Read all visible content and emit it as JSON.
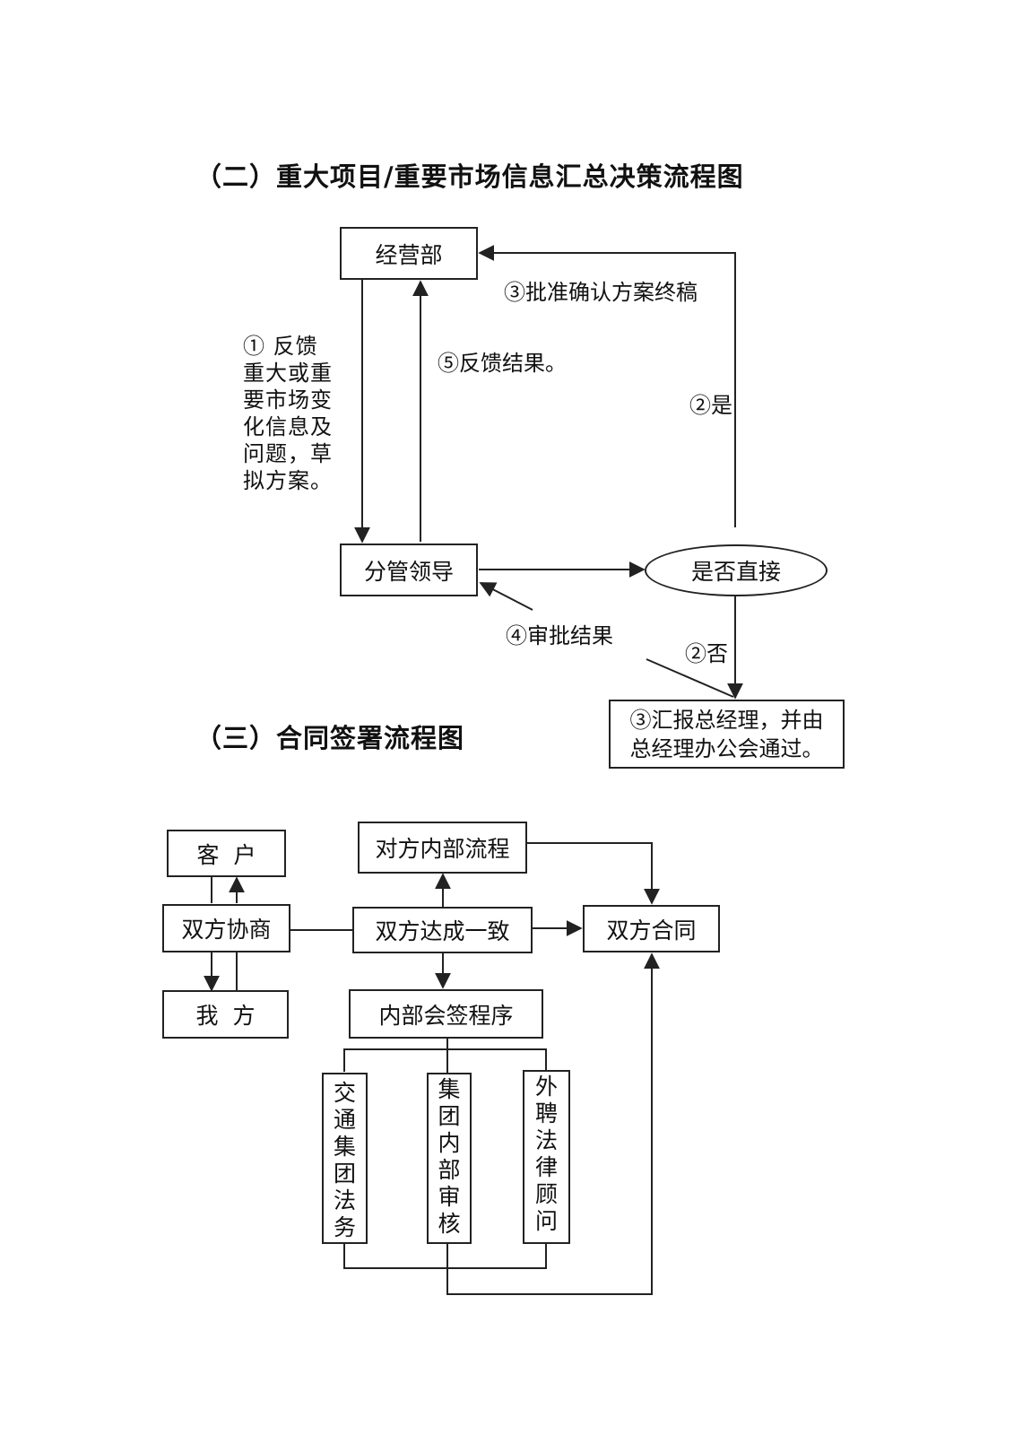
{
  "section2": {
    "title": "（二）重大项目/重要市场信息汇总决策流程图",
    "nodes": {
      "business_dept": "经营部",
      "leader": "分管领导",
      "decision": "是否直接",
      "report_gm": [
        "③汇报总经理，并由",
        "总经理办公会通过。"
      ]
    },
    "edges": {
      "feedback_info": [
        "① 反馈",
        "重大或重",
        "要市场变",
        "化信息及",
        "问题，草",
        "拟方案。"
      ],
      "feedback_result": "⑤反馈结果。",
      "approve_final": "③批准确认方案终稿",
      "yes": "②是",
      "no": "②否",
      "approval_result": "④审批结果"
    }
  },
  "section3": {
    "title": "（三）合同签署流程图",
    "nodes": {
      "customer": "客  户",
      "negotiate": "双方协商",
      "our_side": "我  方",
      "counterparty_process": "对方内部流程",
      "agreement": "双方达成一致",
      "contract": "双方合同",
      "internal_sign": "内部会签程序",
      "legal_group": [
        "交",
        "通",
        "集",
        "团",
        "法",
        "务"
      ],
      "internal_audit": [
        "集",
        "团",
        "内",
        "部",
        "审",
        "核"
      ],
      "external_counsel": [
        "外",
        "聘",
        "法",
        "律",
        "顾",
        "问"
      ]
    }
  }
}
